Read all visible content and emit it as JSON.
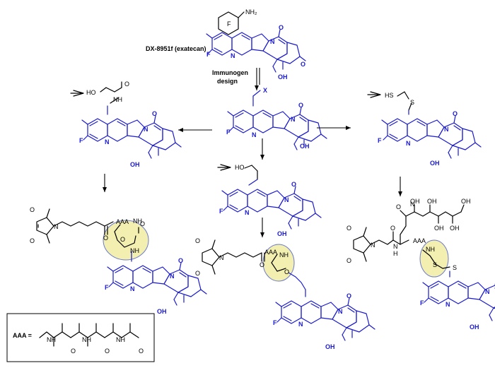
{
  "title": "DX-8951f (exatecan)",
  "design_label": "Immunogen\ndesign",
  "design_label_line1": "Immunogen",
  "design_label_line2": "design",
  "legend_label": "AAA =",
  "linker_label": "AAA",
  "atoms": {
    "nh2": "NH₂",
    "f": "F",
    "n": "N",
    "o": "O",
    "oh": "OH",
    "x": "X",
    "ho": "HO",
    "hs": "HS",
    "s": "S",
    "nh": "NH",
    "h": "H"
  },
  "colors": {
    "scaffold": "#1a1acc",
    "linker": "#000000",
    "highlight_fill": "#f3efb0",
    "highlight_stroke": "#6c7bc9"
  }
}
